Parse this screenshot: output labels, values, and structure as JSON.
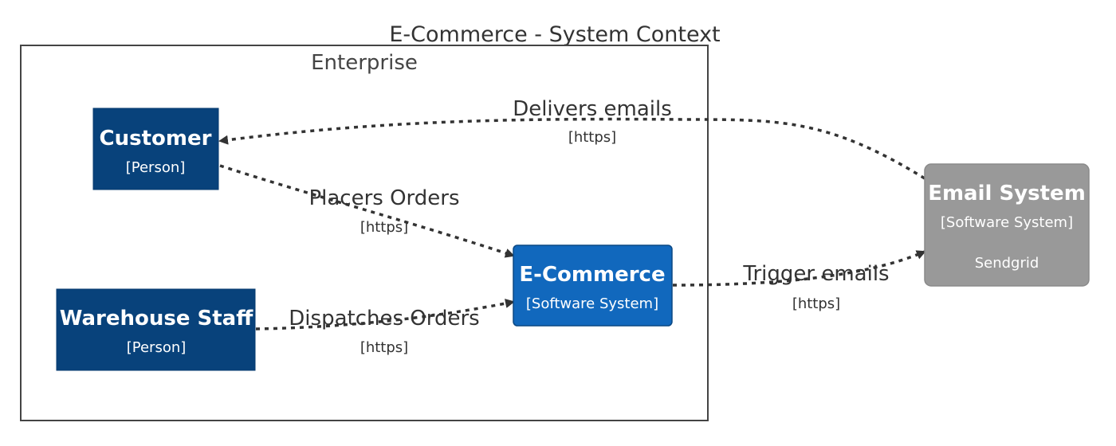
{
  "diagram": {
    "title": "E-Commerce - System Context",
    "boundary_label": "Enterprise"
  },
  "nodes": {
    "customer": {
      "name": "Customer",
      "type": "[Person]"
    },
    "warehouse": {
      "name": "Warehouse Staff",
      "type": "[Person]"
    },
    "ecommerce": {
      "name": "E-Commerce",
      "type": "[Software System]"
    },
    "email": {
      "name": "Email System",
      "type": "[Software System]",
      "description": "Sendgrid"
    }
  },
  "edges": {
    "delivers": {
      "label": "Delivers emails",
      "tech": "[https]"
    },
    "places": {
      "label": "Placers Orders",
      "tech": "[https]"
    },
    "dispatches": {
      "label": "Dispatches Orders",
      "tech": "[https]"
    },
    "trigger": {
      "label": "Trigger emails",
      "tech": "[https]"
    }
  },
  "colors": {
    "person": "#08427b",
    "internal_system": "#1168bd",
    "external_system": "#999999",
    "edge": "#333333"
  }
}
